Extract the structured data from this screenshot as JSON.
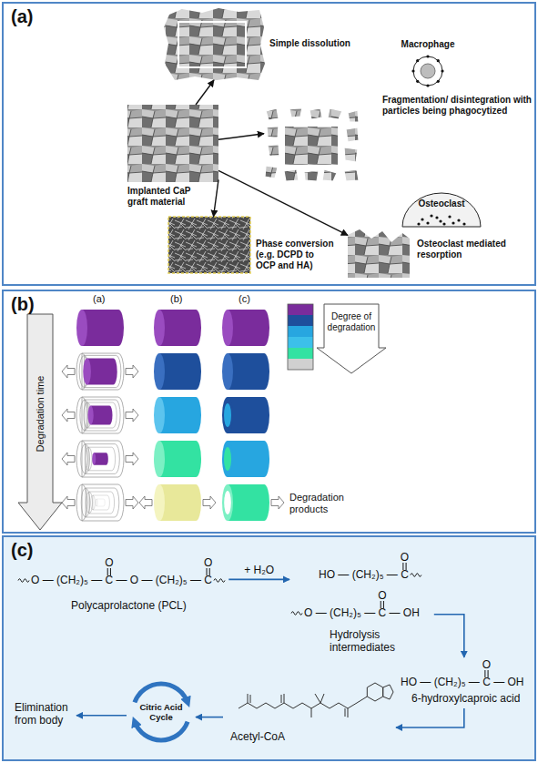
{
  "diagram": {
    "nodes": [
      {
        "text": [
          "(a)"
        ]
      },
      {
        "text": [
          "Simple dissolution"
        ],
        "in": 0
      },
      {
        "text": [
          "Macrophage"
        ],
        "in": 0
      },
      {
        "text": [
          "Fragmentation/ disintegration with particles being phagocytized"
        ],
        "in": 0
      },
      {
        "text": [
          "Implanted CaP graft material"
        ],
        "in": 0
      },
      {
        "text": [
          "Osteoclast"
        ],
        "in": 0
      },
      {
        "text": [
          "Phase conversion (e.g. DCPD to OCP and HA)"
        ],
        "in": 0
      },
      {
        "text": [
          "Osteoclast mediated resorption"
        ],
        "in": 0
      },
      {
        "text": [
          "(b)"
        ]
      },
      {
        "text": [
          "(c)"
        ]
      },
      {
        "text": [
          "O",
          "O",
          "O — (CH₂)₅ — C — O — (CH₂)₅ — C",
          "Polycaprolactone (PCL)"
        ],
        "in": 9
      },
      {
        "text": [
          "O",
          "HO — (CH₂)₅ — C",
          "O",
          "O — (CH₂)₅ — C — OH",
          "Hydrolysis intermediates"
        ],
        "in": 9
      },
      {
        "text": [
          "O",
          "HO — (CH₂)₅ — C — OH",
          "6-hydroxylcaproic acid"
        ],
        "in": 9
      },
      {
        "text": [
          "Acetyl-CoA"
        ],
        "in": 9
      },
      {
        "text": [
          "Citric Acid Cycle"
        ],
        "in": 9
      },
      {
        "text": [
          "Elimination from body"
        ],
        "in": 9
      }
    ],
    "edges": [
      {
        "from": 4,
        "to": 1,
        "arrow": "to"
      },
      {
        "from": 4,
        "to": 3,
        "arrow": "to"
      },
      {
        "from": 4,
        "to": 6,
        "arrow": "to"
      },
      {
        "from": 4,
        "to": 7,
        "arrow": "to"
      },
      {
        "from": 10,
        "to": 11,
        "label": "+ H₂O",
        "arrow": "to"
      },
      {
        "from": 11,
        "to": 12,
        "arrow": "to"
      },
      {
        "from": 12,
        "to": 13,
        "arrow": "to"
      },
      {
        "from": 13,
        "to": 14,
        "arrow": "to"
      },
      {
        "from": 14,
        "to": 15,
        "arrow": "to"
      }
    ],
    "labels": [
      "(a)",
      "(b)",
      "(c)",
      "Degradation time",
      "Degree of degradation",
      "Degradation products"
    ]
  }
}
